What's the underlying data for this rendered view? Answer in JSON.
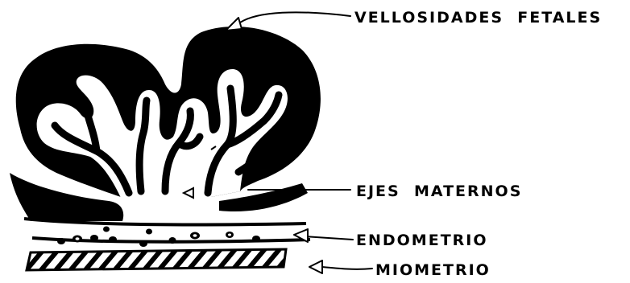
{
  "labels": {
    "vellosidades": "VELLOSIDADES  FETALES",
    "ejes": "EJES  MATERNOS",
    "endometrio": "ENDOMETRIO",
    "miometrio": "MIOMETRIO"
  },
  "colors": {
    "ink": "#000000",
    "paper": "#ffffff"
  }
}
